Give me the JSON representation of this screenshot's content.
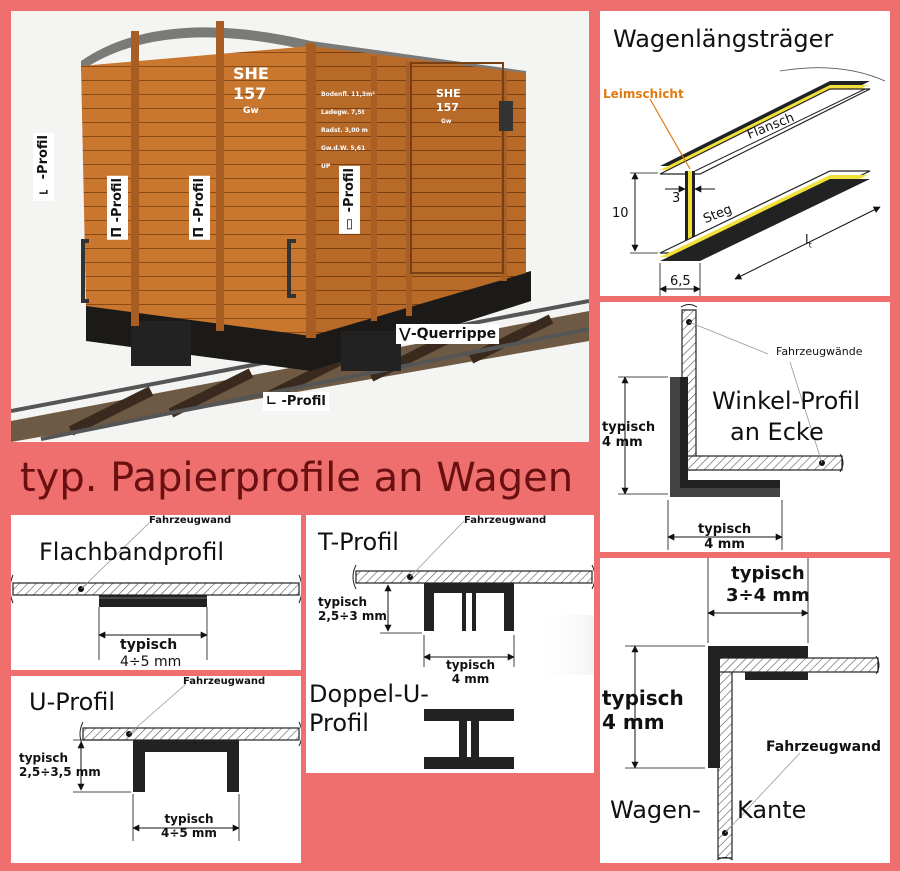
{
  "title": "typ. Papierprofile an Wagen",
  "photo": {
    "wagon_lettering": [
      "SHE",
      "157",
      "Gw"
    ],
    "wagon_data": [
      "Bodenfl. 11,3m²",
      "Ladegw. 7,5t",
      "Radst. 3,00 m",
      "Gw.d.W. 5,61",
      "UP"
    ],
    "door_lettering": [
      "SHE",
      "157",
      "Gw"
    ],
    "tags": {
      "corner": "-Profil",
      "pi1": "-Profil",
      "pi2": "-Profil",
      "flat": "-Profil",
      "querrippe": "-Querrippe",
      "l_profil": "-Profil"
    }
  },
  "laengstraeger": {
    "title": "Wagenlängsträger",
    "leimschicht": "Leimschicht",
    "flansch": "Flansch",
    "steg": "Steg",
    "dim_3": "3",
    "dim_10": "10",
    "dim_65": "6,5",
    "dim_lt": "l",
    "dim_lt_sub": "t"
  },
  "winkel": {
    "title_line1": "Winkel-Profil",
    "title_line2": "an Ecke",
    "fahrzeugwaende": "Fahrzeugwände",
    "dim_v": "typisch\n4 mm",
    "dim_h": "typisch\n4 mm"
  },
  "flachband": {
    "title": "Flachbandprofil",
    "fahrzeugwand": "Fahrzeugwand",
    "dim": "typisch",
    "dim2": "4÷5 mm"
  },
  "tprofil": {
    "title": "T-Profil",
    "fahrzeugwand": "Fahrzeugwand",
    "dim_v1": "typisch",
    "dim_v2": "2,5÷3 mm",
    "dim_h1": "typisch",
    "dim_h2": "4 mm"
  },
  "doppelu": {
    "title_line1": "Doppel-U-",
    "title_line2": "Profil"
  },
  "uprofil": {
    "title": "U-Profil",
    "fahrzeugwand": "Fahrzeugwand",
    "dim_v1": "typisch",
    "dim_v2": "2,5÷3,5 mm",
    "dim_h1": "typisch",
    "dim_h2": "4÷5 mm"
  },
  "kante": {
    "dim_top1": "typisch",
    "dim_top2": "3÷4 mm",
    "dim_v1": "typisch",
    "dim_v2": "4 mm",
    "fahrzeugwand": "Fahrzeugwand",
    "title_a": "Wagen-",
    "title_b": "Kante"
  }
}
